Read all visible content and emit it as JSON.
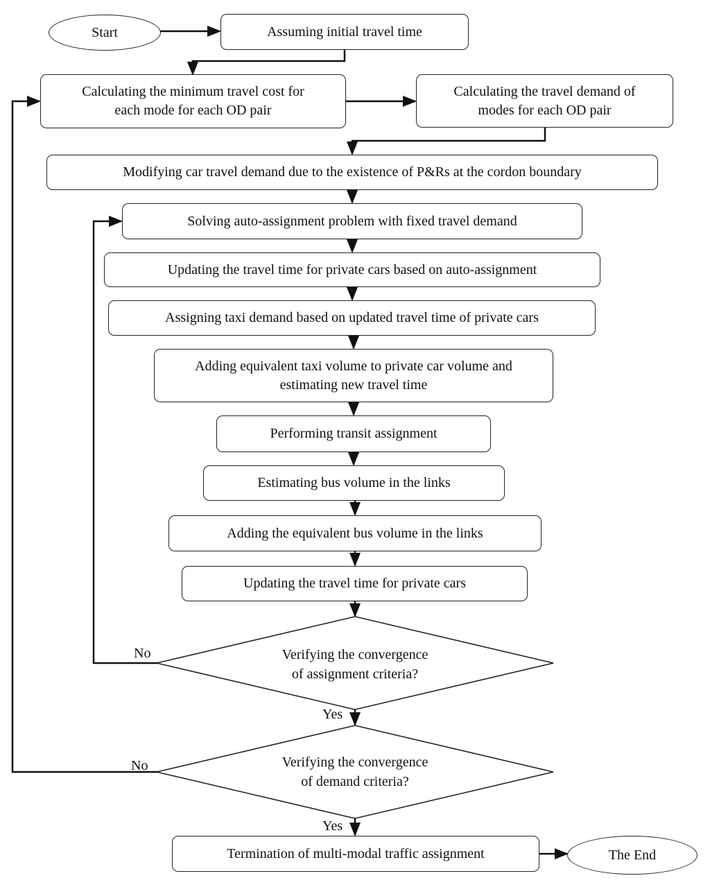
{
  "nodes": {
    "start": "Start",
    "assume": "Assuming initial travel time",
    "min_cost": "Calculating the minimum travel cost for\neach mode for each OD pair",
    "demand": "Calculating the travel demand of\nmodes for each OD pair",
    "modify": "Modifying car travel demand due to the existence of P&Rs at the cordon boundary",
    "solve": "Solving auto-assignment problem with fixed travel demand",
    "update_private": "Updating the travel time for private cars based on auto-assignment",
    "assign_taxi": "Assigning taxi demand based on updated travel time of private cars",
    "add_taxi": "Adding equivalent taxi volume to private car volume and\nestimating new travel time",
    "transit": "Performing transit assignment",
    "bus_volume": "Estimating bus volume in the links",
    "add_bus": "Adding the equivalent bus volume in the links",
    "update_cars": "Updating the travel time for private cars",
    "decision1": "Verifying the convergence\nof assignment criteria?",
    "decision2": "Verifying the convergence\nof demand criteria?",
    "terminate": "Termination of multi-modal traffic assignment",
    "end": "The End"
  },
  "labels": {
    "no1": "No",
    "yes1": "Yes",
    "no2": "No",
    "yes2": "Yes"
  }
}
